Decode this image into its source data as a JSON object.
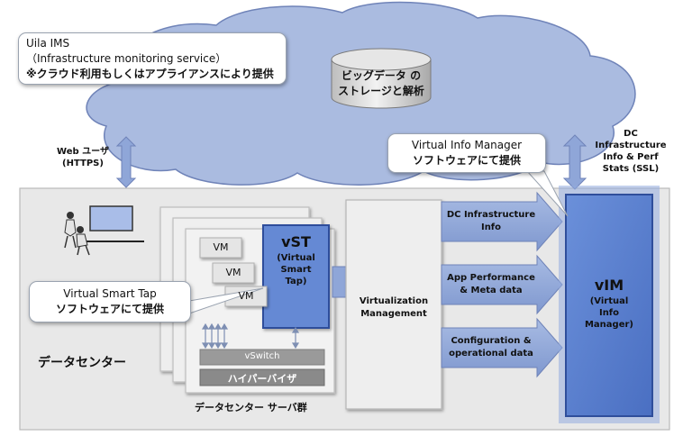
{
  "cloud": {
    "service_name": "Uila IMS",
    "service_desc": "（Infrastructure monitoring service）",
    "service_note": "※クラウド利用もしくはアプライアンスにより提供",
    "bigdata_line1": "ビッグデータ の",
    "bigdata_line2": "ストレージと解析"
  },
  "links": {
    "web_user_line1": "Web ユーザ",
    "web_user_line2": "(HTTPS)",
    "dc_line1": "DC",
    "dc_line2": "Infrastructure",
    "dc_line3": "Info & Perf",
    "dc_line4": "Stats (SSL)"
  },
  "callouts": {
    "vim_line1": "Virtual Info Manager",
    "vim_line2": "ソフトウェアにて提供",
    "vst_line1": "Virtual Smart Tap",
    "vst_line2": "ソフトウェアにて提供"
  },
  "datacenter": {
    "label": "データセンター",
    "server_group_label": "データセンター サーバ群",
    "vm_label": "VM",
    "vswitch_label": "vSwitch",
    "hypervisor_label": "ハイパーバイザ",
    "vst_title": "vST",
    "vst_sub1": "(Virtual",
    "vst_sub2": "Smart",
    "vst_sub3": "Tap)",
    "virt_line1": "Virtualization",
    "virt_line2": "Management",
    "flow1_line1": "DC Infrastructure",
    "flow1_line2": "Info",
    "flow2_line1": "App Performance",
    "flow2_line2": "& Meta data",
    "flow3_line1": "Configuration &",
    "flow3_line2": "operational data",
    "vim_title": "vIM",
    "vim_sub1": "(Virtual",
    "vim_sub2": "Info",
    "vim_sub3": "Manager)"
  },
  "colors": {
    "cloud_fill": "#a9b9df",
    "cloud_stroke": "#6f83b8",
    "arrow_fill": "#8fa6d8",
    "vim_fill": "#5b7fcf",
    "vst_fill": "#6387d2",
    "dc_fill": "#e9e9e9",
    "gray_bar": "#9a9a9a"
  },
  "icons": [
    "users-at-monitor-icon",
    "database-cylinder-icon"
  ]
}
